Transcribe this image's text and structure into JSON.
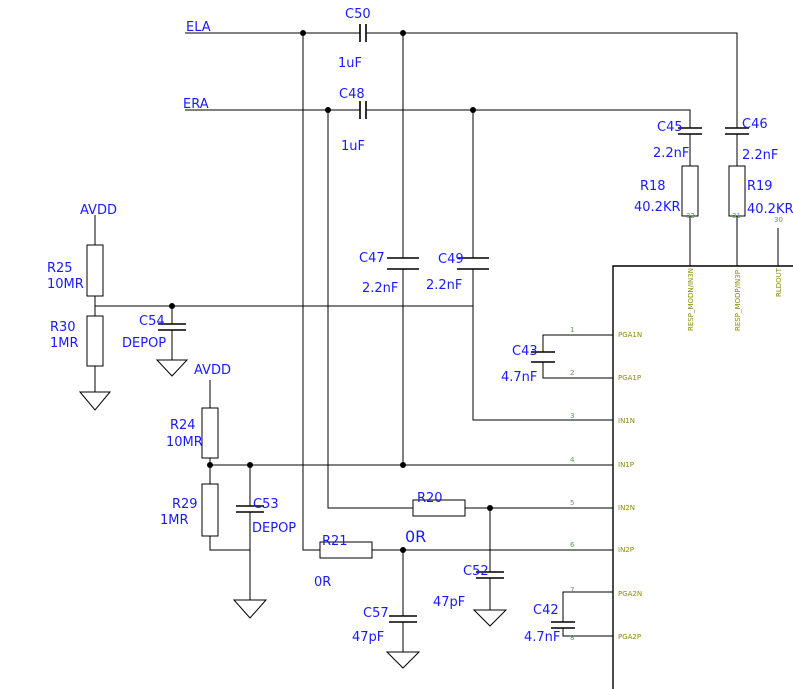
{
  "nets": {
    "ela": "ELA",
    "era": "ERA",
    "avdd_top": "AVDD",
    "avdd_mid": "AVDD"
  },
  "components": {
    "c50": {
      "ref": "C50",
      "value": "1uF"
    },
    "c48": {
      "ref": "C48",
      "value": "1uF"
    },
    "c45": {
      "ref": "C45",
      "value": "2.2nF"
    },
    "c46": {
      "ref": "C46",
      "value": "2.2nF"
    },
    "r18": {
      "ref": "R18",
      "value": "40.2KR"
    },
    "r19": {
      "ref": "R19",
      "value": "40.2KR"
    },
    "r25": {
      "ref": "R25",
      "value": "10MR"
    },
    "r30": {
      "ref": "R30",
      "value": "1MR"
    },
    "c54": {
      "ref": "C54",
      "value": "DEPOP"
    },
    "c47": {
      "ref": "C47",
      "value": "2.2nF"
    },
    "c49": {
      "ref": "C49",
      "value": "2.2nF"
    },
    "c43": {
      "ref": "C43",
      "value": "4.7nF"
    },
    "r24": {
      "ref": "R24",
      "value": "10MR"
    },
    "r29": {
      "ref": "R29",
      "value": "1MR"
    },
    "c53": {
      "ref": "C53",
      "value": "DEPOP"
    },
    "r20": {
      "ref": "R20",
      "value": "0R"
    },
    "r21": {
      "ref": "R21",
      "value": "0R"
    },
    "c52": {
      "ref": "C52",
      "value": "47pF"
    },
    "c57": {
      "ref": "C57",
      "value": "47pF"
    },
    "c42": {
      "ref": "C42",
      "value": "4.7nF"
    }
  },
  "ic_pins": [
    {
      "num": "1",
      "name": "PGA1N"
    },
    {
      "num": "2",
      "name": "PGA1P"
    },
    {
      "num": "3",
      "name": "IN1N"
    },
    {
      "num": "4",
      "name": "IN1P"
    },
    {
      "num": "5",
      "name": "IN2N"
    },
    {
      "num": "6",
      "name": "IN2P"
    },
    {
      "num": "7",
      "name": "PGA2N"
    },
    {
      "num": "8",
      "name": "PGA2P"
    }
  ],
  "ic_top_pins": [
    {
      "num": "32",
      "name": "RESP_MODN/IN3N"
    },
    {
      "num": "31",
      "name": "RESP_MODP/IN3P"
    },
    {
      "num": "30",
      "name": "RLDOUT"
    }
  ]
}
